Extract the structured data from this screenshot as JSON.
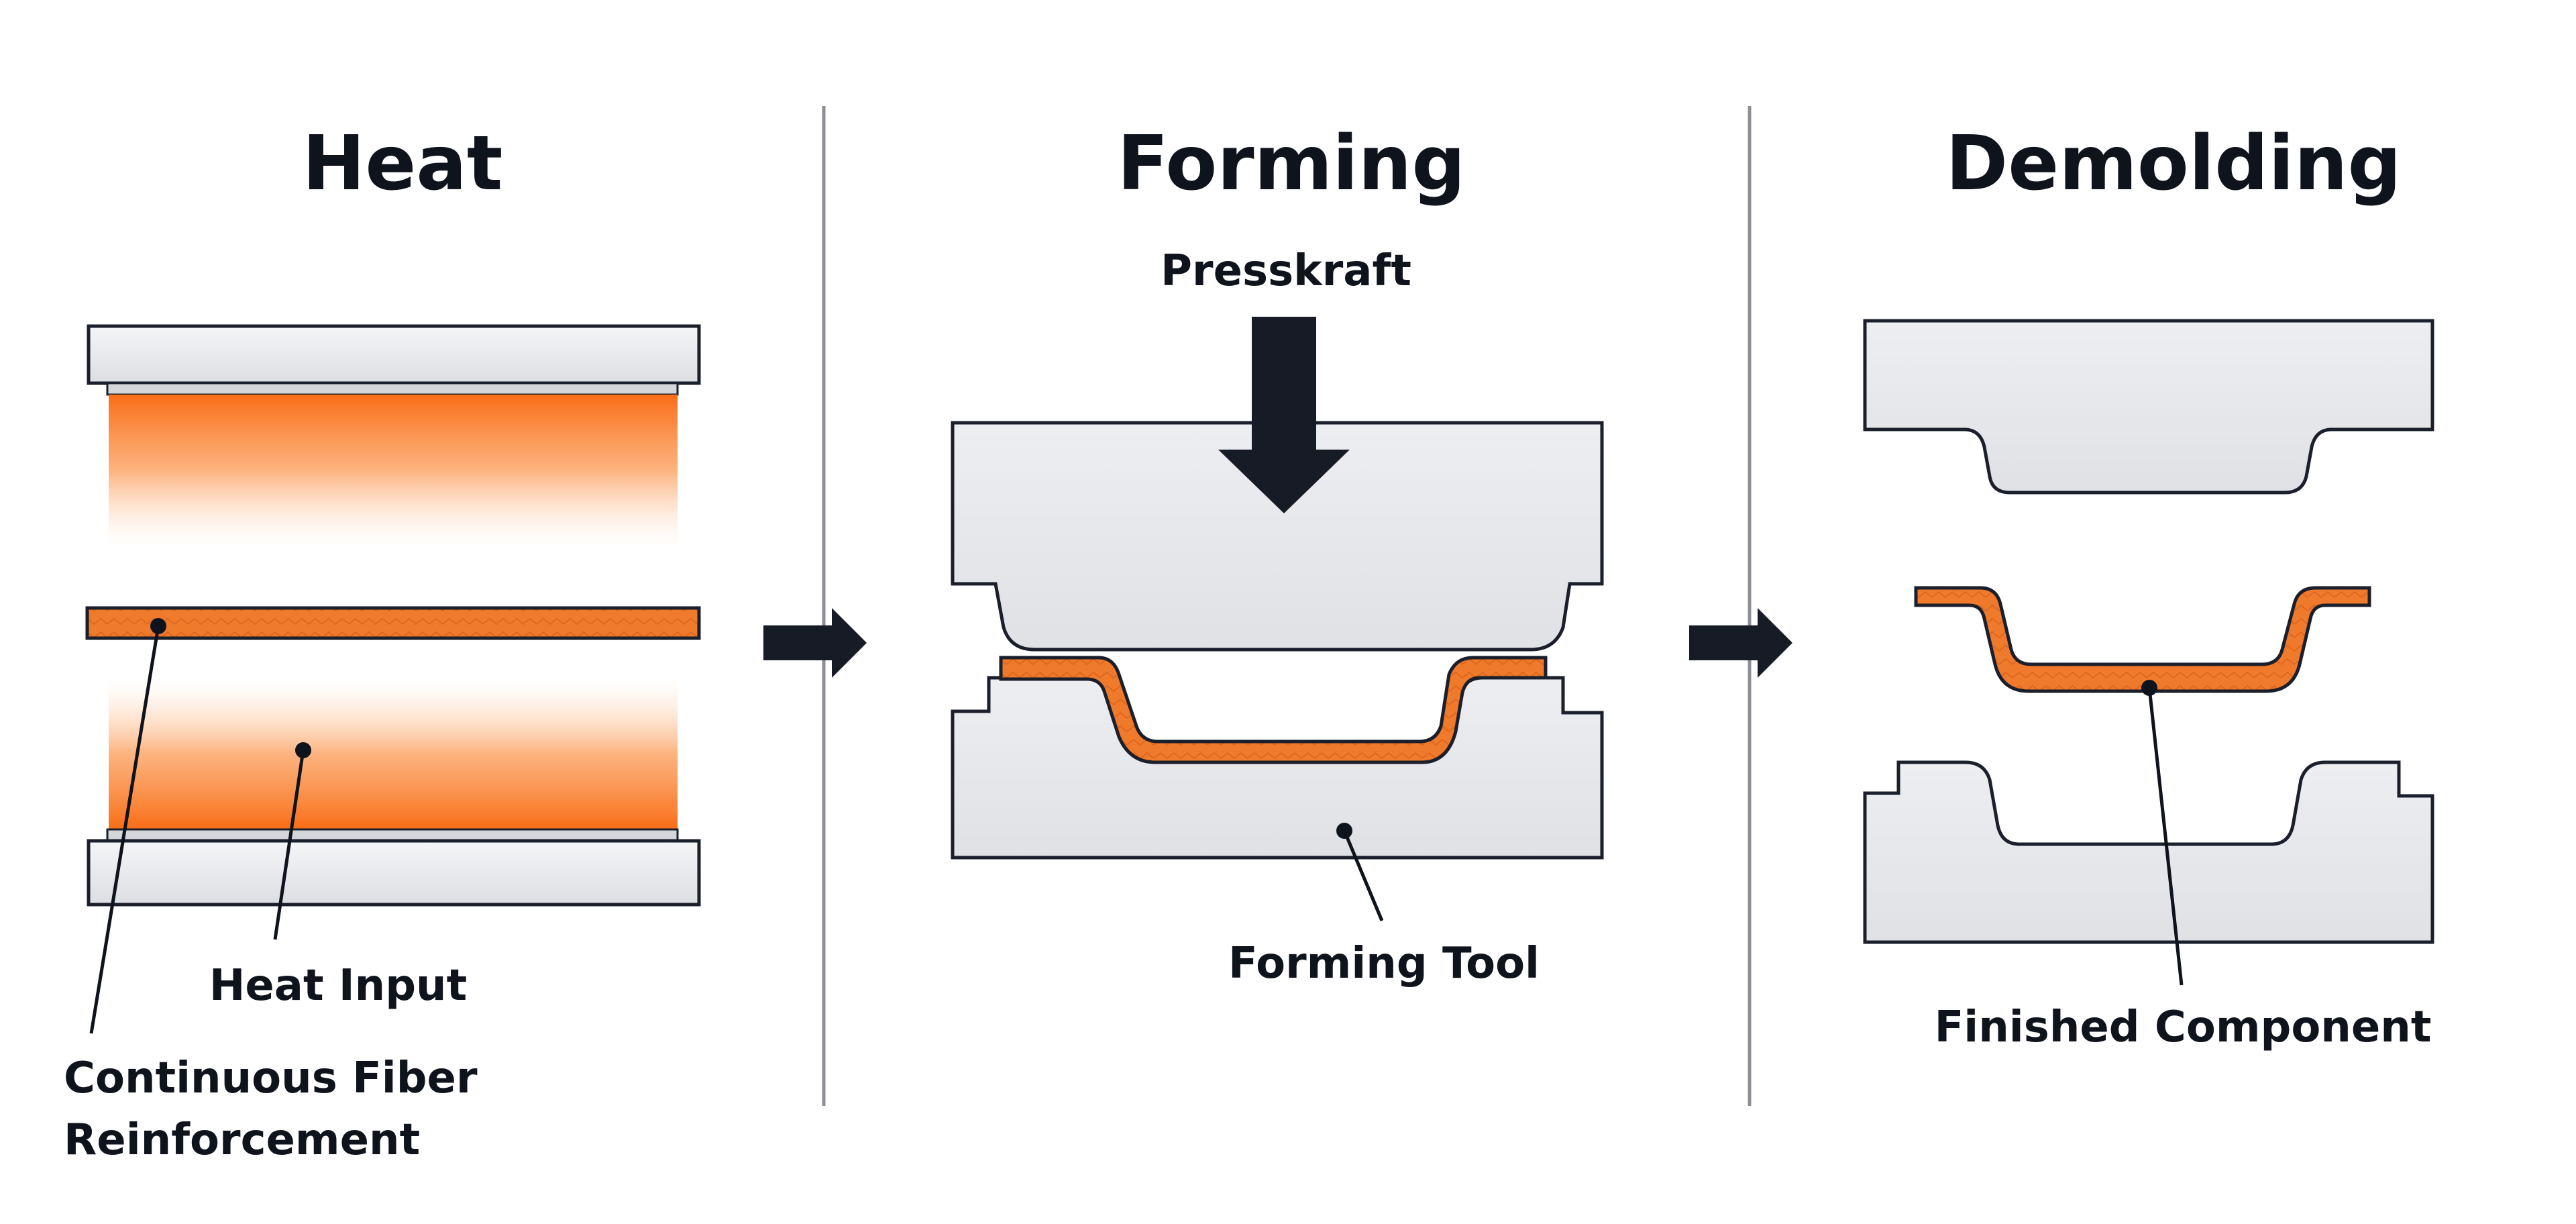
{
  "panels": [
    {
      "title": "Heat"
    },
    {
      "title": "Forming"
    },
    {
      "title": "Demolding"
    }
  ],
  "labels": {
    "heat_input": "Heat Input",
    "fiber_line1": "Continuous Fiber",
    "fiber_line2": "Reinforcement",
    "press_force": "Presskraft",
    "forming_tool": "Forming Tool",
    "finished_component": "Finished Component"
  },
  "colors": {
    "composite": "#ef7a2b",
    "heat_glow": "#f96d16",
    "tool_metal": "#e6e8eb",
    "outline": "#1a1f2b",
    "arrow": "#161b26"
  },
  "icons": {
    "process_arrow": "right-arrow-icon",
    "force_arrow": "down-arrow-icon"
  }
}
